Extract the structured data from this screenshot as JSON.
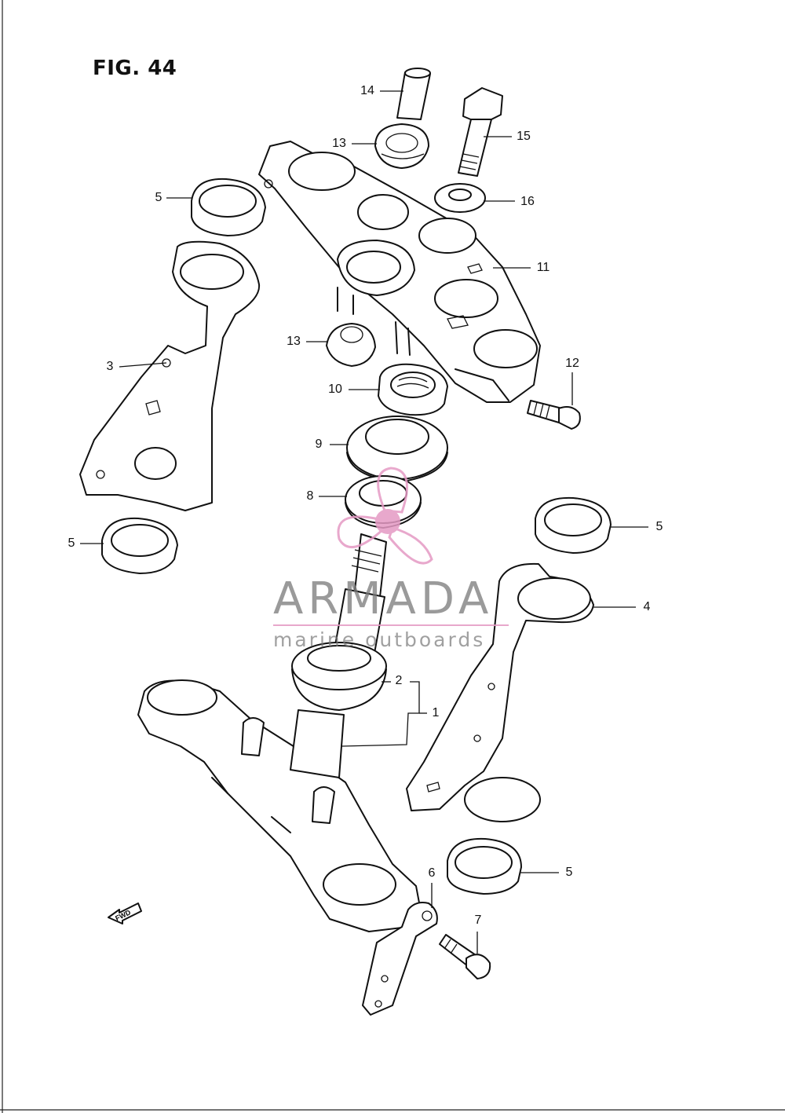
{
  "figure": {
    "title": "FIG. 44"
  },
  "callouts": [
    {
      "id": "c14",
      "text": "14"
    },
    {
      "id": "c13a",
      "text": "13"
    },
    {
      "id": "c15",
      "text": "15"
    },
    {
      "id": "c5a",
      "text": "5"
    },
    {
      "id": "c16",
      "text": "16"
    },
    {
      "id": "c11",
      "text": "11"
    },
    {
      "id": "c13b",
      "text": "13"
    },
    {
      "id": "c3",
      "text": "3"
    },
    {
      "id": "c12",
      "text": "12"
    },
    {
      "id": "c10",
      "text": "10"
    },
    {
      "id": "c9",
      "text": "9"
    },
    {
      "id": "c8",
      "text": "8"
    },
    {
      "id": "c5b",
      "text": "5"
    },
    {
      "id": "c5c",
      "text": "5"
    },
    {
      "id": "c4",
      "text": "4"
    },
    {
      "id": "c2",
      "text": "2"
    },
    {
      "id": "c1",
      "text": "1"
    },
    {
      "id": "c6",
      "text": "6"
    },
    {
      "id": "c5d",
      "text": "5"
    },
    {
      "id": "c7",
      "text": "7"
    }
  ],
  "fwd_arrow": {
    "text": "FWD"
  },
  "watermark": {
    "brand": "ARMADA",
    "tagline": "marine outboards",
    "accent_color": "#e59ac4"
  }
}
